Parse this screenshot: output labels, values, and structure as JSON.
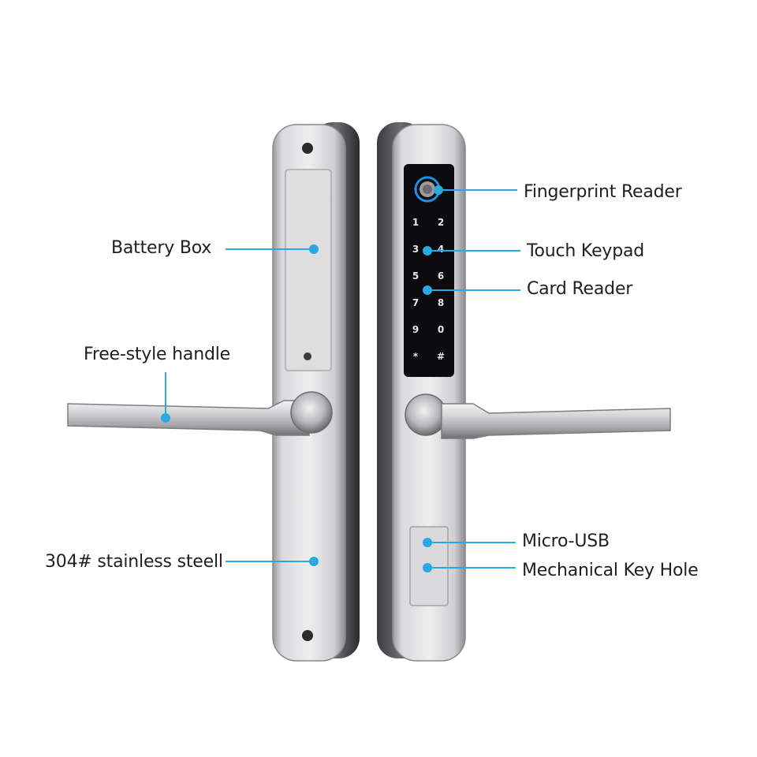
{
  "callouts": {
    "fingerprint_reader": "Fingerprint Reader",
    "touch_keypad": "Touch Keypad",
    "card_reader": "Card Reader",
    "battery_box": "Battery Box",
    "free_style_handle": "Free-style handle",
    "stainless_steel": "304# stainless steell",
    "micro_usb": "Micro-USB",
    "mechanical_key_hole": "Mechanical Key Hole"
  },
  "keypad": {
    "keys": [
      "1",
      "2",
      "3",
      "4",
      "5",
      "6",
      "7",
      "8",
      "9",
      "0",
      "*",
      "#"
    ]
  },
  "colors": {
    "callout_line": "#2aa8e0",
    "steel_light": "#e6e6e8",
    "steel_dark": "#8e8e92",
    "keypad_bg": "#0b0b0d",
    "fingerprint_ring": "#1e8fe8"
  }
}
